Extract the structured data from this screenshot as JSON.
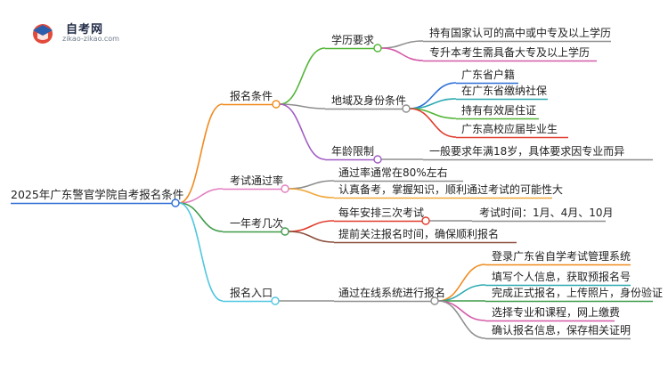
{
  "logo": {
    "title": "自考网",
    "url": "zikao-zikao.com"
  },
  "root": {
    "label": "2025年广东警官学院自考报名条件"
  },
  "branches": [
    {
      "label": "报名条件",
      "color": "#f08a1c",
      "children": [
        {
          "label": "学历要求",
          "color": "#52b536",
          "children": [
            {
              "label": "持有国家认可的高中或中专及以上学历",
              "color": "#8e8e8e"
            },
            {
              "label": "专升本考生需具备大专及以上学历",
              "color": "#d45aa8"
            }
          ]
        },
        {
          "label": "地域及身份条件",
          "color": "#8e8e8e",
          "children": [
            {
              "label": "广东省户籍",
              "color": "#2e6fd6"
            },
            {
              "label": "在广东省缴纳社保",
              "color": "#2aa9b0"
            },
            {
              "label": "持有有效居住证",
              "color": "#52b536"
            },
            {
              "label": "广东高校应届毕业生",
              "color": "#e03c2c"
            }
          ]
        },
        {
          "label": "年龄限制",
          "color": "#a05cc4",
          "children": [
            {
              "label": "一般要求年满18岁，具体要求因专业而异",
              "color": "#8e8e8e"
            }
          ]
        }
      ]
    },
    {
      "label": "考试通过率",
      "color": "#e27fc0",
      "children": [
        {
          "label": "通过率通常在80%左右",
          "color": "#8e8e8e"
        },
        {
          "label": "认真备考，掌握知识，顺利通过考试的可能性大",
          "color": "#f0a83c"
        }
      ]
    },
    {
      "label": "一年考几次",
      "color": "#3f9c4a",
      "children": [
        {
          "label": "每年安排三次考试",
          "color": "#e03c2c",
          "children": [
            {
              "label": "考试时间：1月、4月、10月",
              "color": "#8e8e8e"
            }
          ]
        },
        {
          "label": "提前关注报名时间，确保顺利报名",
          "color": "#8b4e3c"
        }
      ]
    },
    {
      "label": "报名入口",
      "color": "#4fc6e0",
      "children": [
        {
          "label": "通过在线系统进行报名",
          "color": "#8e8e8e",
          "children": [
            {
              "label": "登录广东省自学考试管理系统",
              "color": "#f08a1c"
            },
            {
              "label": "填写个人信息，获取预报名号",
              "color": "#2aa9b0"
            },
            {
              "label": "完成正式报名，上传照片，身份验证",
              "color": "#3f9c4a"
            },
            {
              "label": "选择专业和课程，网上缴费",
              "color": "#d45aa8"
            },
            {
              "label": "确认报名信息，保存相关证明",
              "color": "#8e8e8e"
            }
          ]
        }
      ]
    }
  ]
}
